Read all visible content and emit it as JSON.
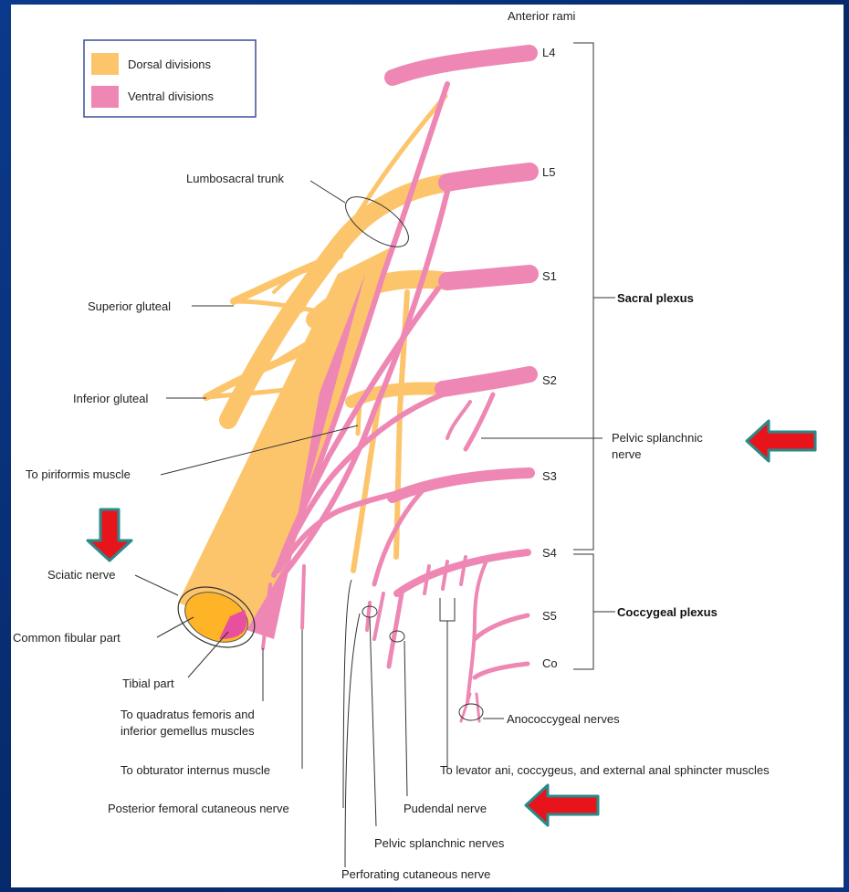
{
  "legend": {
    "dorsal_label": "Dorsal divisions",
    "ventral_label": "Ventral divisions",
    "dorsal_color": "#fdc56b",
    "ventral_color": "#ee87b4"
  },
  "labels": {
    "anterior_rami": "Anterior rami",
    "l4": "L4",
    "l5": "L5",
    "s1": "S1",
    "s2": "S2",
    "s3": "S3",
    "s4": "S4",
    "s5": "S5",
    "co": "Co",
    "sacral_plexus": "Sacral plexus",
    "coccygeal_plexus": "Coccygeal plexus",
    "lumbosacral_trunk": "Lumbosacral trunk",
    "superior_gluteal": "Superior gluteal",
    "inferior_gluteal": "Inferior gluteal",
    "to_piriformis": "To piriformis muscle",
    "sciatic_nerve": "Sciatic nerve",
    "common_fibular_part": "Common fibular part",
    "tibial_part": "Tibial part",
    "to_quadratus_1": "To quadratus femoris and",
    "to_quadratus_2": "inferior gemellus muscles",
    "to_obturator": "To obturator internus muscle",
    "posterior_femoral": "Posterior femoral cutaneous nerve",
    "perforating_cutaneous": "Perforating cutaneous nerve",
    "pelvic_splanchnic_nerves": "Pelvic splanchnic nerves",
    "pudendal_nerve": "Pudendal nerve",
    "to_levator": "To levator ani, coccygeus, and external anal sphincter muscles",
    "anococcygeal": "Anococcygeal nerves",
    "pelvic_splanchnic_1": "Pelvic splanchnic",
    "pelvic_splanchnic_2": "nerve"
  },
  "arrow_color": "#e8141b",
  "arrow_border": "#2a8a8a",
  "icons": [
    "down-arrow-icon",
    "left-arrow-icon",
    "left-arrow-icon"
  ]
}
